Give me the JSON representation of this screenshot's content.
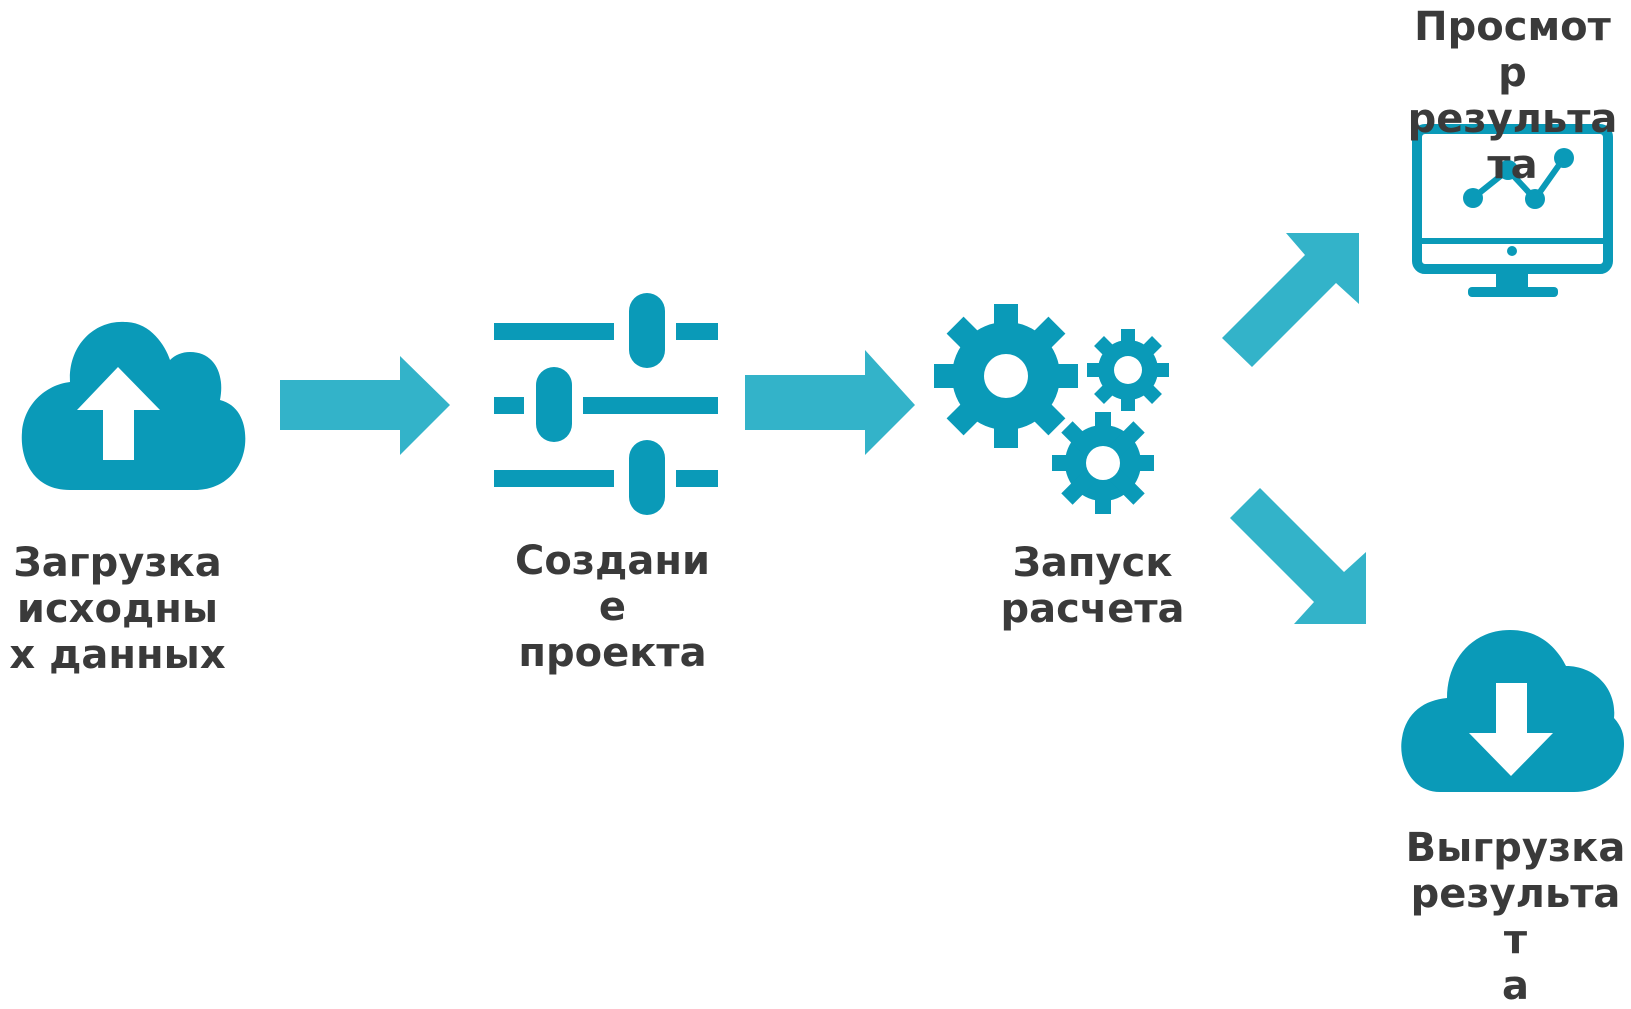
{
  "colors": {
    "icon": "#0a9ab8",
    "arrow": "#33b3c9",
    "text": "#3a3a3a",
    "background": "#ffffff"
  },
  "steps": [
    {
      "icon": "cloud-upload-icon",
      "label_lines": [
        "Загрузка",
        "исходны",
        "х данных"
      ]
    },
    {
      "icon": "sliders-icon",
      "label_lines": [
        "Создани",
        "е",
        "проекта"
      ]
    },
    {
      "icon": "gears-icon",
      "label_lines": [
        "Запуск",
        "расчета"
      ]
    },
    {
      "icon": "monitor-chart-icon",
      "label_lines": [
        "Просмот",
        "р",
        "результа",
        "та"
      ]
    },
    {
      "icon": "cloud-download-icon",
      "label_lines": [
        "Выгрузка",
        "результат",
        "а"
      ]
    }
  ],
  "connectors": [
    {
      "from": 0,
      "to": 1,
      "icon": "arrow-right-icon"
    },
    {
      "from": 1,
      "to": 2,
      "icon": "arrow-right-icon"
    },
    {
      "from": 2,
      "to": 3,
      "icon": "arrow-up-right-icon"
    },
    {
      "from": 2,
      "to": 4,
      "icon": "arrow-down-right-icon"
    }
  ]
}
